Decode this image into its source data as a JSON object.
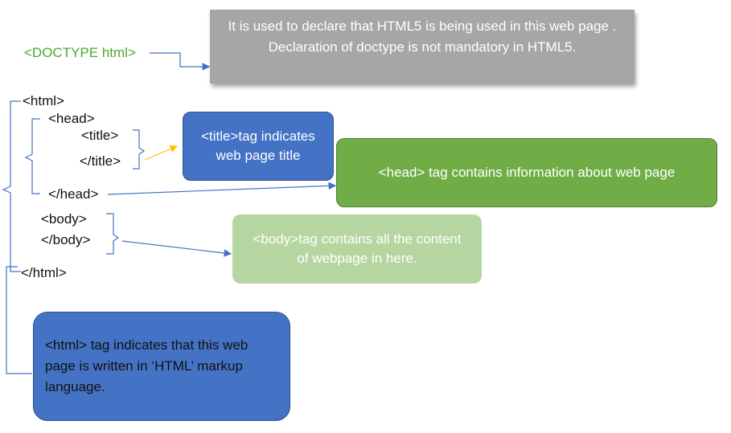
{
  "code": {
    "doctype": "<DOCTYPE html>",
    "html_open": "<html>",
    "head_open": "<head>",
    "title_open": "<title>",
    "title_close": "</title>",
    "head_close": "</head>",
    "body_open": "<body>",
    "body_close": "</body>",
    "html_close": "</html>"
  },
  "callouts": {
    "doctype": "It is used to declare that HTML5 is being used in this web page . Declaration of doctype is not mandatory in HTML5.",
    "title": "<title>tag indicates web page title",
    "head": "<head> tag contains information about web page",
    "body": "<body>tag contains all the content of webpage in here.",
    "html": "<html> tag indicates that this web page is written in ‘HTML’ markup language."
  },
  "colors": {
    "doctype_text": "#4ea72e",
    "doctype_box": "#a6a6a6",
    "title_box": "#4472c4",
    "head_box": "#70ad47",
    "body_box": "#b5d6a1",
    "html_box": "#4472c4",
    "connector": "#4472c4",
    "title_arrow": "#ffc000"
  }
}
